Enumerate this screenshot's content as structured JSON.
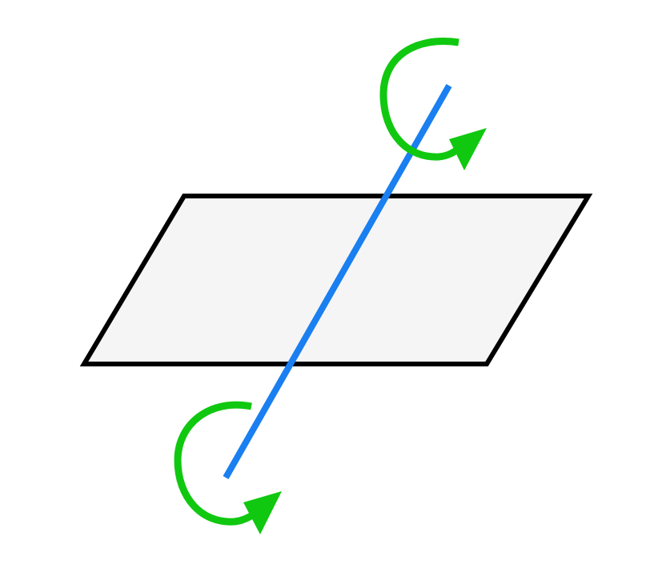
{
  "diagram": {
    "elements": [
      {
        "name": "plane",
        "kind": "parallelogram"
      },
      {
        "name": "rotation-axis",
        "kind": "line"
      },
      {
        "name": "rotation-arrow-top",
        "kind": "curved-arrow-icon"
      },
      {
        "name": "rotation-arrow-bottom",
        "kind": "curved-arrow-icon"
      }
    ]
  },
  "colors": {
    "background": "#ffffff",
    "plane_fill": "#f5f5f5",
    "plane_stroke": "#000000",
    "axis": "#1a7ff0",
    "rotation_arrow": "#10c810"
  }
}
